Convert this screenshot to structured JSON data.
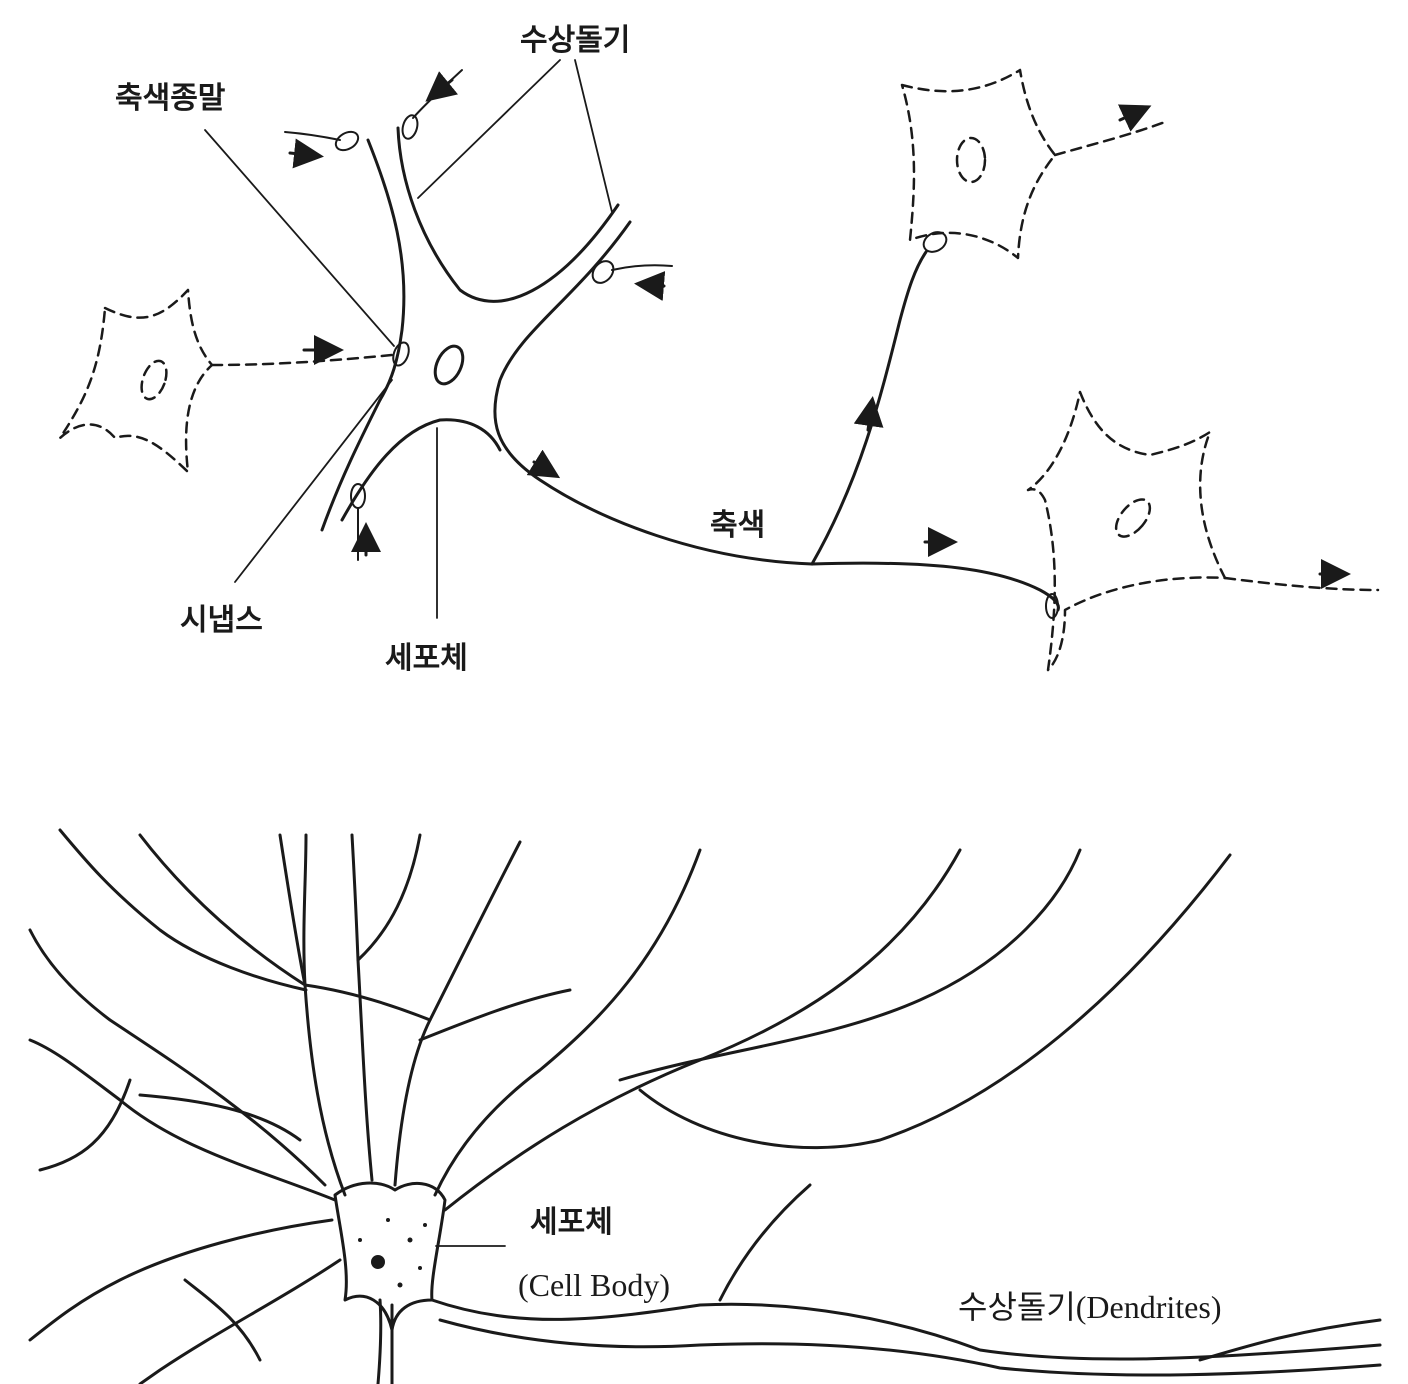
{
  "top_diagram": {
    "labels": {
      "dendrite": "수상돌기",
      "axon_terminal": "축색종말",
      "synapse": "시냅스",
      "cell_body": "세포체",
      "axon": "축색"
    }
  },
  "bottom_diagram": {
    "labels": {
      "cell_body_ko": "세포체",
      "cell_body_en": "(Cell Body)",
      "dendrites": "수상돌기(Dendrites)"
    }
  }
}
